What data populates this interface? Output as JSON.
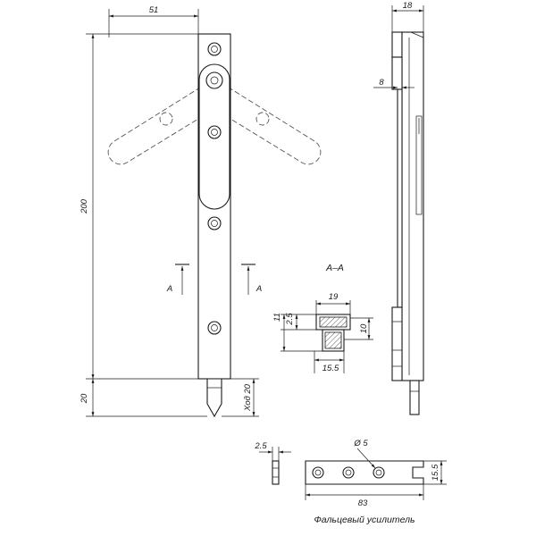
{
  "dimensions": {
    "width_51": "51",
    "height_200": "200",
    "lower_20": "20",
    "stroke_label": "Ход 20",
    "section_label": "А–А",
    "section_mark": "А",
    "sec_width_19": "19",
    "sec_11": "11",
    "sec_2_5": "2.5",
    "sec_10": "10",
    "sec_15_5": "15.5",
    "side_18": "18",
    "side_8": "8",
    "plate_2_5": "2.5",
    "plate_dia": "Ø 5",
    "plate_83": "83",
    "plate_15_5": "15.5"
  },
  "caption": "Фальцевый усилитель"
}
